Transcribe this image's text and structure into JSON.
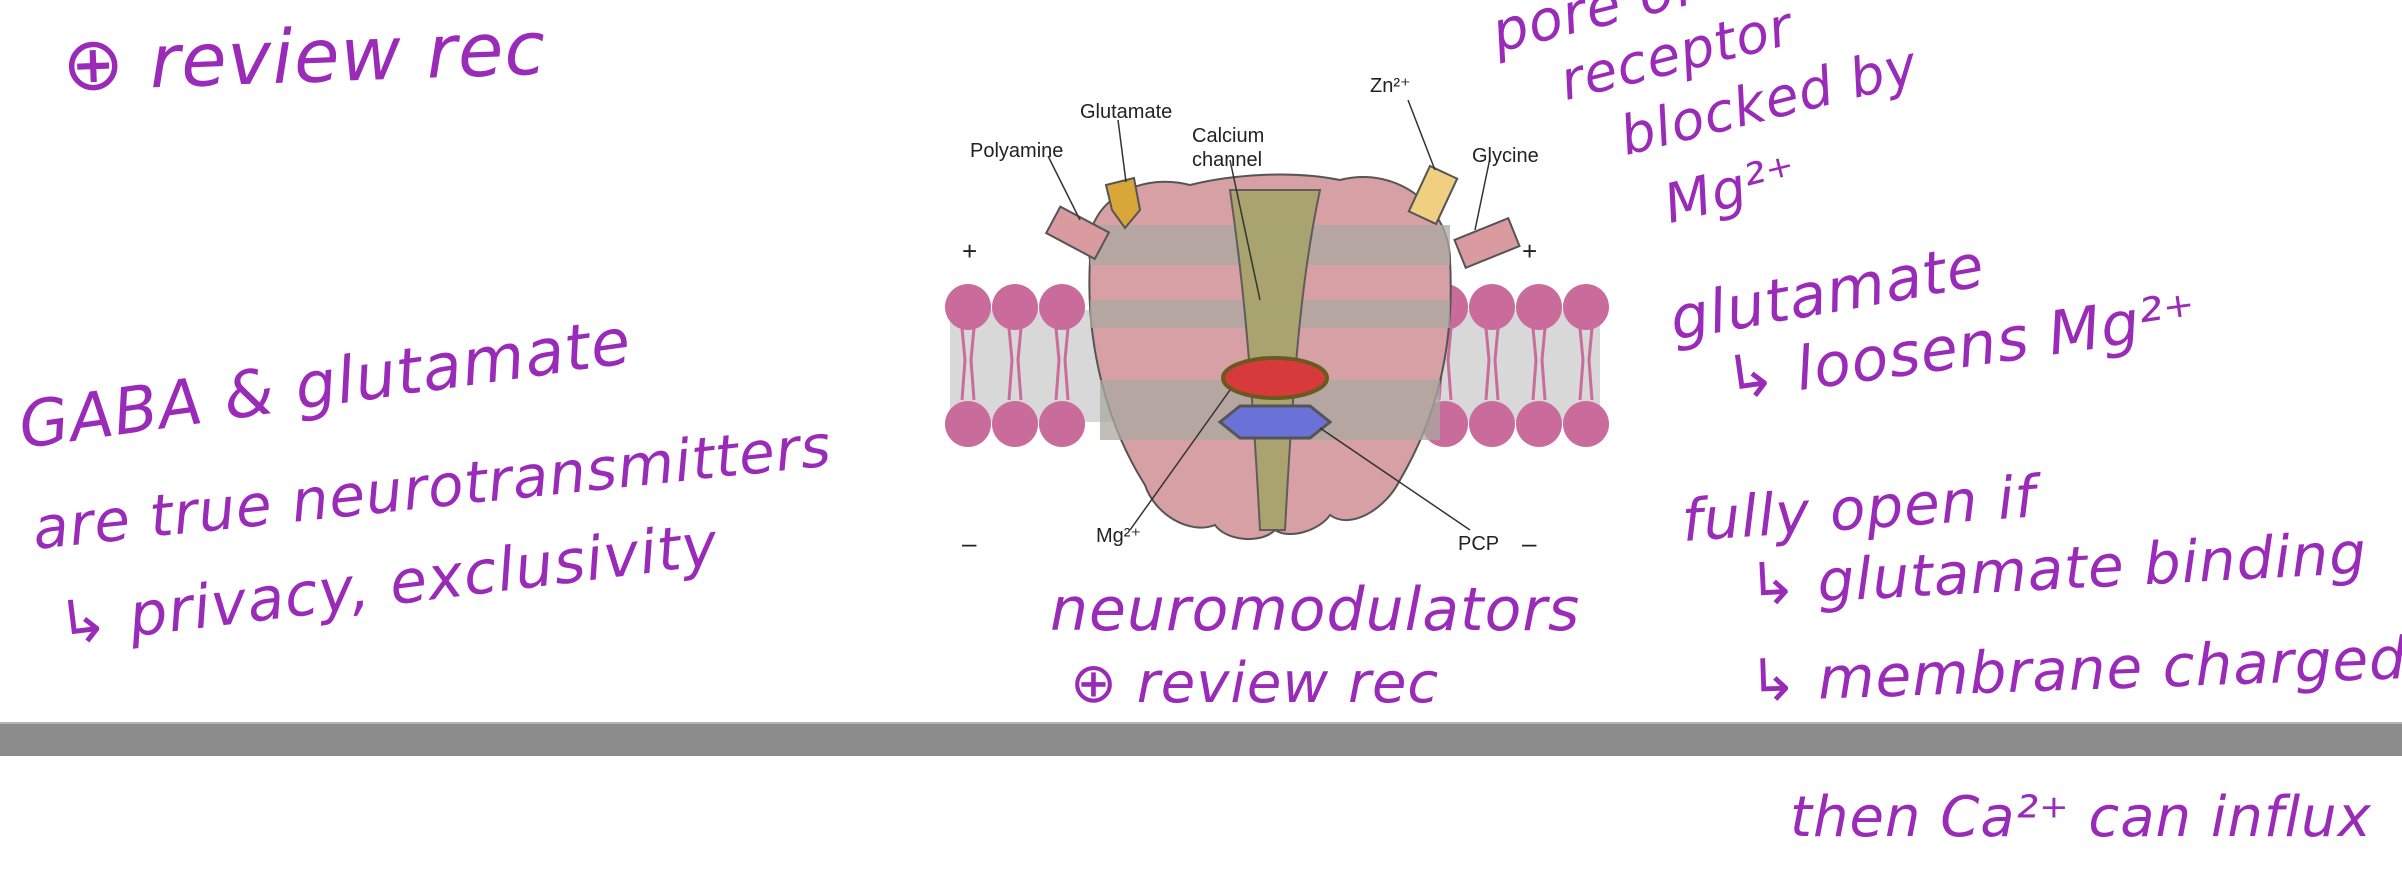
{
  "notes": {
    "review_top": "⊕ review rec",
    "pore_line1": "pore of",
    "pore_line2": "receptor",
    "pore_line3": "blocked by",
    "pore_line4": "Mg²⁺",
    "glutamate_line1": "glutamate",
    "glutamate_line2": "↳ loosens Mg²⁺",
    "gaba_line1": "GABA & glutamate",
    "gaba_line2": "are true neurotransmitters",
    "gaba_line3": "↳ privacy, exclusivity",
    "fully_line1": "fully open if",
    "fully_line2": "↳ glutamate binding",
    "fully_line3": "↳ membrane charged",
    "fully_line4": "then Ca²⁺ can influx",
    "neuromod_line1": "neuromodulators",
    "neuromod_line2": "⊕ review rec"
  },
  "figure": {
    "labels": {
      "polyamine": "Polyamine",
      "glutamate": "Glutamate",
      "calcium_line1": "Calcium",
      "calcium_line2": "channel",
      "zinc": "Zn²⁺",
      "glycine": "Glycine",
      "magnesium": "Mg²⁺",
      "pcp": "PCP",
      "plus": "+",
      "minus": "–"
    },
    "colors": {
      "lipid_head": "#c96b9b",
      "receptor_body": "#d7a3a5",
      "receptor_band": "#a8a8a0",
      "channel": "#9c9c68",
      "mg_ion": "#d63a3a",
      "pcp": "#6a72d8",
      "glutamate_ligand": "#d9a63a",
      "zinc_ligand": "#f0d080",
      "glycine_ligand": "#d99aa0"
    }
  }
}
